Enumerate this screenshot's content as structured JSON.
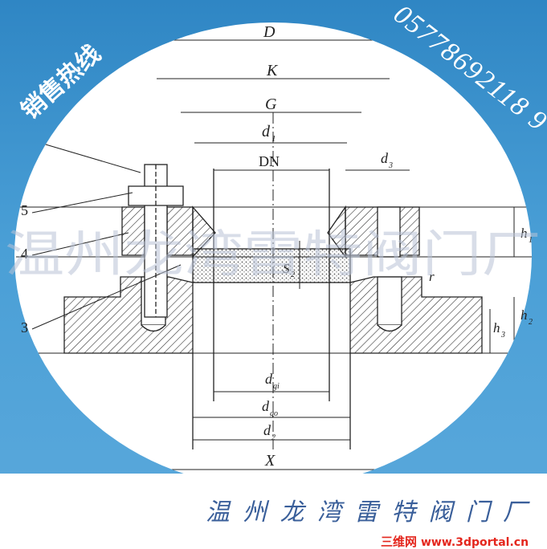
{
  "hotline_label": "销售热线",
  "phone": "05778692118 9",
  "company": "温州龙湾雷特阀门厂",
  "watermark": "温州龙湾雷特阀门厂",
  "site_cn": "三维网",
  "site_url": "www.3dportal.cn",
  "dimensions": {
    "D": "D",
    "K": "K",
    "G": "G",
    "d1": "d",
    "d1_sub": "1",
    "DN": "DN",
    "d3": "d",
    "d3_sub": "3",
    "S2": "S",
    "S2_sub": "2",
    "r": "r",
    "h1": "h",
    "h1_sub": "1",
    "h2": "h",
    "h2_sub": "2",
    "h3": "h",
    "h3_sub": "3",
    "dgi": "d",
    "dgi_sub": "gi",
    "dgo": "d",
    "dgo_sub": "go",
    "d2": "d",
    "d2_sub": "2",
    "X": "X"
  },
  "callouts": {
    "c5": "5",
    "c4": "4",
    "c3": "3"
  },
  "colors": {
    "background": "#3d95d0",
    "circle": "#ffffff",
    "company_text": "#3a5f9a",
    "site_text": "#e4261d"
  }
}
